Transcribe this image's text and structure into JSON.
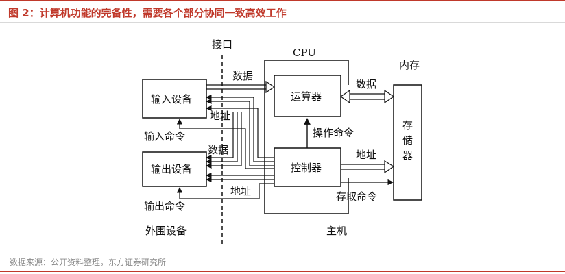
{
  "title": "图 2：计算机功能的完备性，需要各个部分协同一致高效工作",
  "source": "数据来源：公开资料整理，东方证券研究所",
  "diagram": {
    "interface_label": "接口",
    "cpu_label": "CPU",
    "memory_label": "内存",
    "host_label": "主机",
    "peripherals_label": "外围设备",
    "input_device": "输入设备",
    "output_device": "输出设备",
    "alu": "运算器",
    "controller": "控制器",
    "storage": [
      "存",
      "储",
      "器"
    ],
    "data_top": "数据",
    "data_alu_mem": "数据",
    "address_1": "地址",
    "input_command": "输入命令",
    "data_mid": "数据",
    "operation_command": "操作命令",
    "address_mem": "地址",
    "address_2": "地址",
    "access_command": "存取命令",
    "output_command": "输出命令"
  }
}
